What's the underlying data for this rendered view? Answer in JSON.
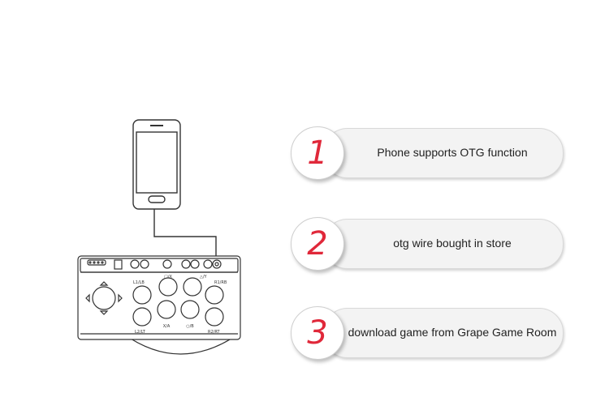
{
  "steps": [
    {
      "number": "1",
      "label": "Phone supports OTG function"
    },
    {
      "number": "2",
      "label": "otg wire bought in store"
    },
    {
      "number": "3",
      "label": "download game from Grape Game Room"
    }
  ],
  "controller": {
    "labels": {
      "square_x": "□/X",
      "triangle_y": "△/Y",
      "l1_lb": "L1/LB",
      "r1_rb": "R1/RB",
      "l2_lt": "L2/LT",
      "x_a": "X/A",
      "circle_b": "○/B",
      "r2_rt": "R2/RT"
    }
  },
  "colors": {
    "accent_number": "#e0283a",
    "line_art": "#333333"
  }
}
